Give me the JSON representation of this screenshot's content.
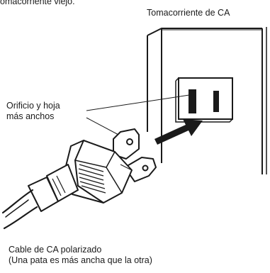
{
  "labels": {
    "top_cut": "omacorriente viejo.",
    "outlet": "Tomacorriente de CA",
    "hole_line1": "Orificio y hoja",
    "hole_line2": "más anchos",
    "cord_line1": "Cable de CA polarizado",
    "cord_line2": "(Una pata es más ancha que la otra)"
  },
  "colors": {
    "ink": "#1a1a1a",
    "background": "#ffffff"
  }
}
